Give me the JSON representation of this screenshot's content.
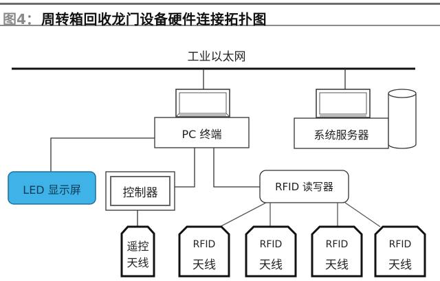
{
  "title": {
    "prefix": "图4：",
    "text": "周转箱回收龙门设备硬件连接拓扑图"
  },
  "network": {
    "label": "工业以太网"
  },
  "nodes": {
    "pc_terminal": "PC 终端",
    "system_server": "系统服务器",
    "led_display": "LED 显示屏",
    "controller": "控制器",
    "rfid_reader": "RFID 读写器",
    "remote_antenna": {
      "line1": "遥控",
      "line2": "天线"
    },
    "rfid_antennas": [
      {
        "line1": "RFID",
        "line2": "天线"
      },
      {
        "line1": "RFID",
        "line2": "天线"
      },
      {
        "line1": "RFID",
        "line2": "天线"
      },
      {
        "line1": "RFID",
        "line2": "天线"
      }
    ]
  },
  "colors": {
    "led_fill": "#3fb3e8",
    "led_border": "#1f6f99",
    "line": "#333333",
    "title_prefix": "#8a8a8a"
  }
}
